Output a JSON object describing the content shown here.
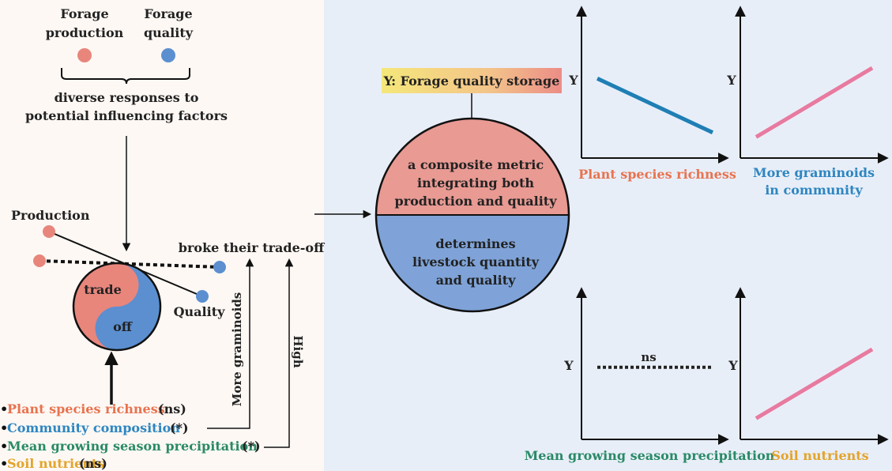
{
  "colors": {
    "left_bg": "#fdf8f4",
    "right_bg": "#e8eef8",
    "red": "#e8867c",
    "blue": "#5b8fd0",
    "pink_line": "#e87aa0",
    "teal_line": "#1f7fb5",
    "orange_text": "#e8734f",
    "blue_text": "#2e86c1",
    "green_text": "#2a8a66",
    "yellow_text": "#e3a42b",
    "circle_top": "#e89a93",
    "circle_bottom": "#7fa3d8"
  },
  "top_legend": {
    "production_label_1": "Forage",
    "production_label_2": "production",
    "quality_label_1": "Forage",
    "quality_label_2": "quality",
    "responses_line_1": "diverse responses to",
    "responses_line_2": "potential influencing factors"
  },
  "tradeoff": {
    "production_label": "Production",
    "quality_label": "Quality",
    "yin_label": "trade",
    "yang_label": "off",
    "broke_label": "broke their trade-off",
    "more_graminoids": "More graminoids",
    "high": "High"
  },
  "factors": [
    {
      "name": "Plant species richness",
      "sig": "(ns)",
      "color": "#e8734f"
    },
    {
      "name": "Community composition",
      "sig": "(*)",
      "color": "#2e86c1"
    },
    {
      "name": "Mean growing season precipitation",
      "sig": "(*)",
      "color": "#2a8a66"
    },
    {
      "name": "Soil nutrients",
      "sig": "(ns)",
      "color": "#e3a42b"
    }
  ],
  "bullet": "•",
  "metric": {
    "header": "Y: Forage quality storage",
    "top_line_1": "a composite metric",
    "top_line_2": "integrating both",
    "top_line_3": "production and quality",
    "bottom_line_1": "determines",
    "bottom_line_2": "livestock quantity",
    "bottom_line_3": "and quality"
  },
  "panels": [
    {
      "ylabel": "Y",
      "xlabel_1": "Plant species richness",
      "xlabel_2": "",
      "trend": "negative",
      "color": "#1f7fb5",
      "label_color": "#e8734f"
    },
    {
      "ylabel": "Y",
      "xlabel_1": "More graminoids",
      "xlabel_2": "in community",
      "trend": "positive",
      "color": "#e87aa0",
      "label_color": "#2e86c1"
    },
    {
      "ylabel": "Y",
      "xlabel_1": "Mean growing season precipitation",
      "xlabel_2": "",
      "trend": "ns",
      "color": "#222222",
      "label_color": "#2a8a66",
      "annotation": "ns"
    },
    {
      "ylabel": "Y",
      "xlabel_1": "Soil nutrients",
      "xlabel_2": "",
      "trend": "positive",
      "color": "#e87aa0",
      "label_color": "#e3a42b"
    }
  ]
}
